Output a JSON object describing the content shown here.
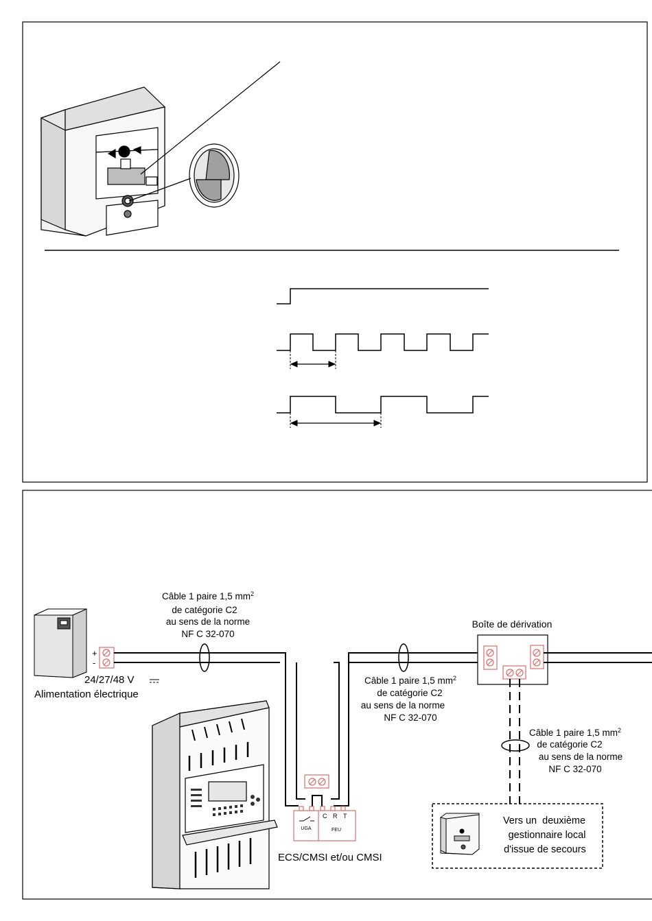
{
  "top_panel": {
    "device": {
      "icon": "manual-call-point-icon"
    },
    "zoom": {
      "icon": "key-lock-detail-icon"
    },
    "signals": {
      "continuous": {
        "type": "step"
      },
      "fast_pulse": {
        "type": "square-wave",
        "cycles": 5
      },
      "slow_pulse": {
        "type": "square-wave",
        "cycles": 3
      }
    }
  },
  "wiring": {
    "cable_label_line1": "Câble 1 paire 1,5 mm",
    "cable_label_sup": "2",
    "cable_label_line2": "de catégorie C2",
    "cable_label_line3": "au sens de la norme",
    "cable_label_line4": "NF C 32-070",
    "terminal_plus": "+",
    "terminal_minus": "-",
    "voltage": "24/27/48 V",
    "power_supply_label": "Alimentation électrique",
    "junction_box_label": "Boîte de dérivation",
    "ecs_label": "ECS/CMSI et/ou CMSI",
    "uga_label": "UGA",
    "feu_label": "FEU",
    "terminal_c": "C",
    "terminal_r": "R",
    "terminal_t": "T",
    "second_device_line1": "Vers un  deuxième",
    "second_device_line2": "gestionnaire local",
    "second_device_line3": "d'issue de secours",
    "colors": {
      "terminal": "#e06b6b",
      "line": "#000000"
    }
  }
}
